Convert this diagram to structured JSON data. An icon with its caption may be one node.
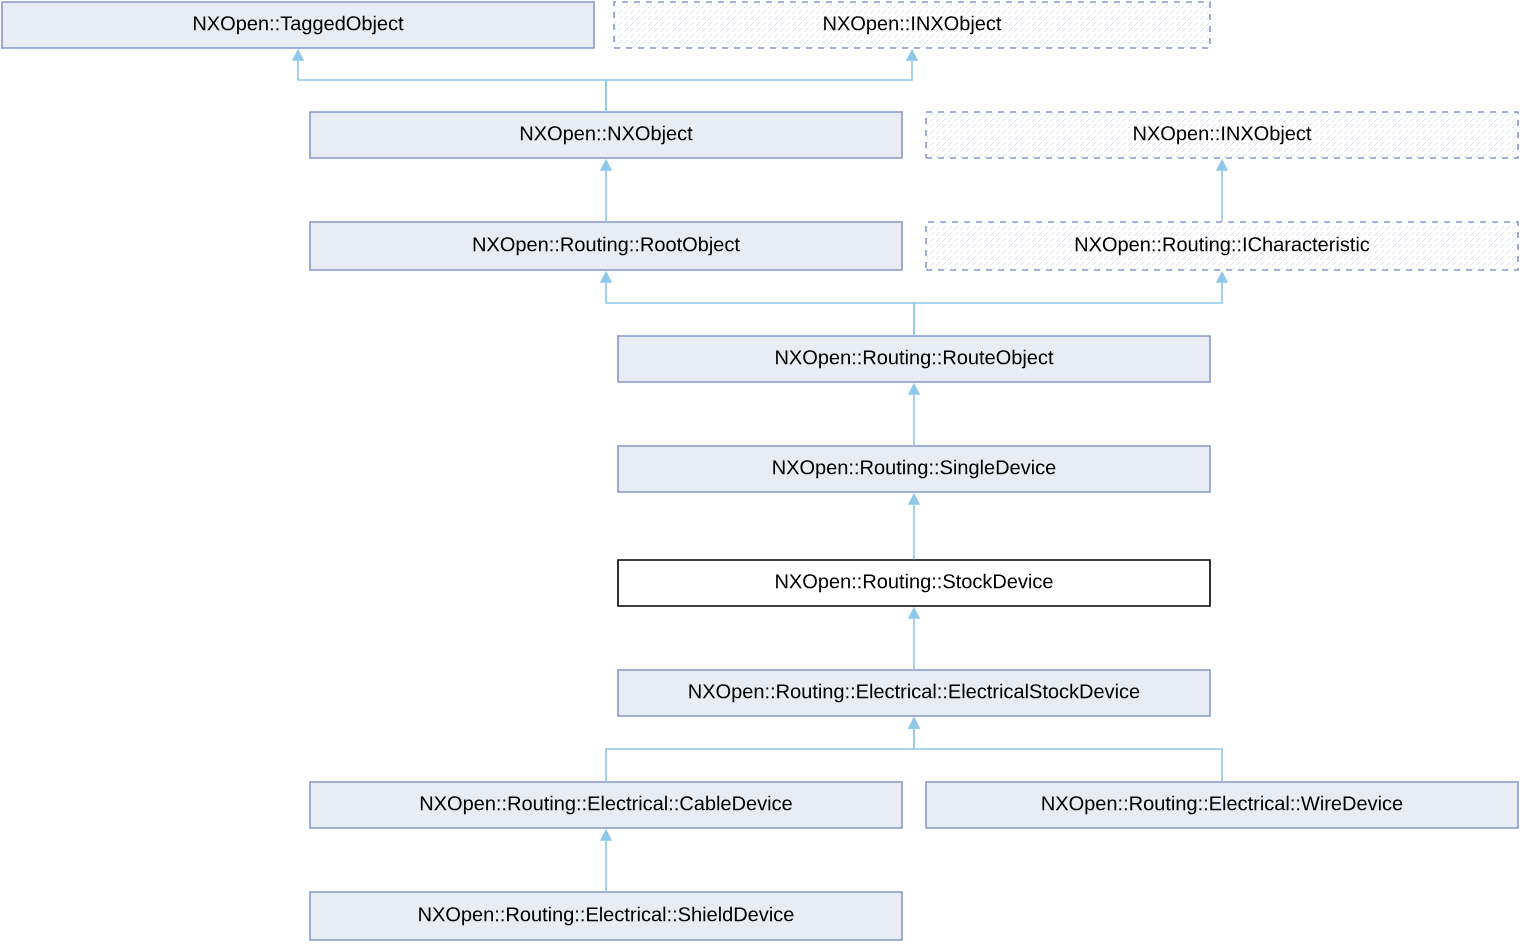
{
  "diagram": {
    "nodes": [
      {
        "text": [
          "NXOpen::TaggedObject"
        ]
      },
      {
        "text": [
          "NXOpen::INXObject"
        ]
      },
      {
        "text": [
          "NXOpen::NXObject"
        ]
      },
      {
        "text": [
          "NXOpen::INXObject"
        ]
      },
      {
        "text": [
          "NXOpen::Routing::RootObject"
        ]
      },
      {
        "text": [
          "NXOpen::Routing::ICharacteristic"
        ]
      },
      {
        "text": [
          "NXOpen::Routing::RouteObject"
        ]
      },
      {
        "text": [
          "NXOpen::Routing::SingleDevice"
        ]
      },
      {
        "text": [
          "NXOpen::Routing::StockDevice"
        ]
      },
      {
        "text": [
          "NXOpen::Routing::Electrical::ElectricalStockDevice"
        ]
      },
      {
        "text": [
          "NXOpen::Routing::Electrical::CableDevice"
        ]
      },
      {
        "text": [
          "NXOpen::Routing::Electrical::WireDevice"
        ]
      },
      {
        "text": [
          "NXOpen::Routing::Electrical::ShieldDevice"
        ]
      }
    ],
    "edges": [
      {
        "from": 2,
        "to": 0,
        "arrow": "to"
      },
      {
        "from": 2,
        "to": 1,
        "arrow": "to"
      },
      {
        "from": 4,
        "to": 2,
        "arrow": "to"
      },
      {
        "from": 5,
        "to": 3,
        "arrow": "to"
      },
      {
        "from": 6,
        "to": 4,
        "arrow": "to"
      },
      {
        "from": 6,
        "to": 5,
        "arrow": "to"
      },
      {
        "from": 7,
        "to": 6,
        "arrow": "to"
      },
      {
        "from": 8,
        "to": 7,
        "arrow": "to"
      },
      {
        "from": 9,
        "to": 8,
        "arrow": "to"
      },
      {
        "from": 10,
        "to": 9,
        "arrow": "to"
      },
      {
        "from": 11,
        "to": 9,
        "arrow": "to"
      },
      {
        "from": 12,
        "to": 10,
        "arrow": "to"
      }
    ]
  }
}
